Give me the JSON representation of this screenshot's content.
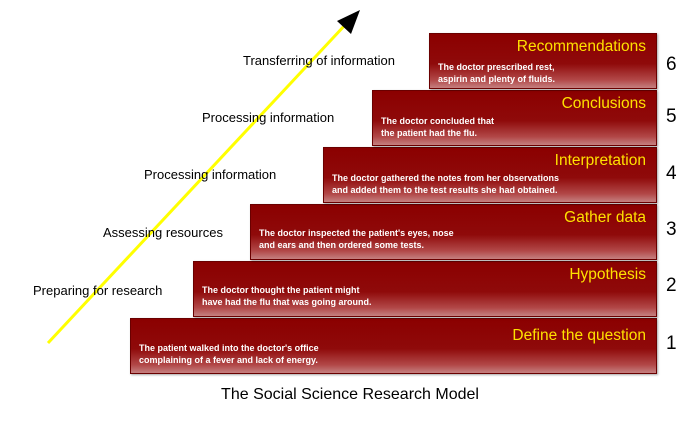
{
  "caption": "The Social Science Research Model",
  "arrow_color": "#ffff00",
  "step_color": "#8b0000",
  "title_color": "#ffe100",
  "steps": [
    {
      "number": "1",
      "title": "Define the question",
      "desc1": "The patient walked into the doctor's office",
      "desc2": "complaining of a fever and lack of energy.",
      "side": "Preparing for research"
    },
    {
      "number": "2",
      "title": "Hypothesis",
      "desc1": "The doctor thought the patient might",
      "desc2": "have had the flu that was going around.",
      "side": "Assessing resources"
    },
    {
      "number": "3",
      "title": "Gather data",
      "desc1": "The doctor inspected the patient's eyes, nose",
      "desc2": "and ears and then ordered some tests.",
      "side": "Processing information"
    },
    {
      "number": "4",
      "title": "Interpretation",
      "desc1": "The doctor gathered the notes from her observations",
      "desc2": "and added them to the test results she had obtained.",
      "side": "Processing information"
    },
    {
      "number": "5",
      "title": "Conclusions",
      "desc1": "The doctor concluded that",
      "desc2": "the patient had the flu.",
      "side": "Transferring of information"
    },
    {
      "number": "6",
      "title": "Recommendations",
      "desc1": "The doctor prescribed rest,",
      "desc2": "aspirin and plenty of fluids.",
      "side": ""
    }
  ]
}
